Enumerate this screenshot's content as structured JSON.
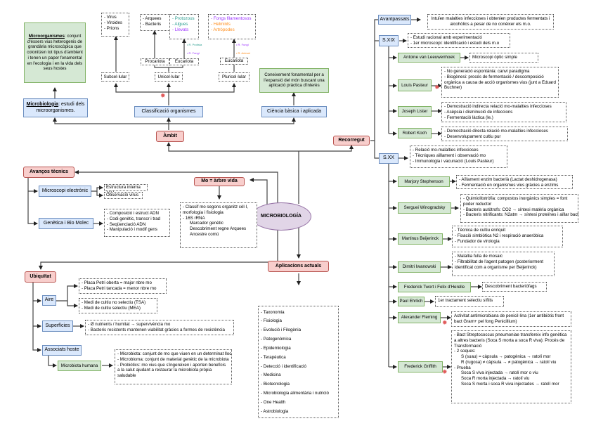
{
  "center": "MICROBIOLOGÍA",
  "colors": {
    "red_fill": "#f8cecc",
    "red_border": "#b85450",
    "blue_fill": "#dae8fc",
    "blue_border": "#6c8ebf",
    "green_fill": "#d5e8d4",
    "green_border": "#82b366",
    "ellipse_fill": "#e1d5e7",
    "teal": "#2a9d8f",
    "purple": "#9b30ff",
    "orange": "#ff8c1a"
  },
  "ambit": {
    "label": "Àmbit",
    "microbiologia_term": "Microbiologia",
    "microbiologia_rest": ": estudi dels microorganismes.",
    "microorg_term": "Microorganismes",
    "microorg_rest": ": conjunt d'éssers vius heterogenis de grandària microscòpica que colonitzen tot tipus d'ambient i tenen un paper fonamental en l'ecologia i en la vida dels seus hostes",
    "classificacio": "Classificació organismes",
    "subcelular": "Subcel·lular",
    "subcel_items": [
      "- Virus",
      "- Viroides",
      "- Prions"
    ],
    "unicelular": "Unicel·lular",
    "procariota": "Procariota",
    "eucariota": "Eucariota",
    "proc_items": [
      "- Arquees",
      "- Bacteris"
    ],
    "euc_items": [
      {
        "text": "- Protozous",
        "color": "#2a9d8f"
      },
      {
        "text": "- Algues",
        "color": "#2a9d8f"
      },
      {
        "text": "- Llevats",
        "color": "#9b30ff"
      }
    ],
    "reg_protista": "R. Protista",
    "reg_fungi": "R. Fungi",
    "pluricelular": "Pluricel·lular",
    "eucariota2": "Eucariota",
    "pluri_items": [
      {
        "text": "- Fongs filamentosos",
        "color": "#9b30ff"
      },
      {
        "text": "- Helmints",
        "color": "#ff8c1a"
      },
      {
        "text": "- Artròpodes",
        "color": "#ff8c1a"
      }
    ],
    "reg_fungi2": "R. Fungi",
    "reg_animal": "R. Animal",
    "ciencia": "Ciència bàsica i aplicada",
    "ciencia_desc": "Coneixement fonamental per a l'expansió del món buscant una aplicació pràctica d'interès"
  },
  "avencos": {
    "label": "Avanços tècnics",
    "microscopi": "Microscopi electrònic",
    "micro_items": [
      "Estructura interna cèl·l",
      "Observació virus"
    ],
    "genetica": "Genètica i Bio Molec",
    "gen_items": [
      "- Composició i estruct ADN",
      "- Codi genètic, transcr i trad",
      "- Seqüenciació ADN",
      "- Manipulació i modif gens"
    ]
  },
  "mo": {
    "label": "Mo = àrbre vida",
    "items": [
      "- Classif mo segons organitz cèl·l,",
      "morfologia i fisiologia",
      "- 16S rRNA"
    ],
    "sub": [
      "Marcador genètic",
      "Descobriment regne Arquees",
      "Ancestre comú"
    ]
  },
  "ubiquitat": {
    "label": "Ubiquïtat",
    "aire": "Aire",
    "aire_a": [
      "- Placa Petri oberta = major nbre mo",
      "- Placa Petri tancada = menor nbre mo"
    ],
    "aire_b": [
      "- Medi de cultiu no selectiu (TSA)",
      "- Medi de cultiu selectiu (MEA)"
    ],
    "superficies": "Superfícies",
    "sup_items": [
      "- Ø nutrients / humitat → supervivència mo",
      "- Bacteris resistents mantenen viabilitat gràcies a formes de resistència"
    ],
    "associats": "Associats hoste",
    "microbiota": "Microbiota humana",
    "micro_items": [
      "- Microbiota: conjunt de mo que viuen en un determinat lloc",
      "- Microbioma: conjunt de material genètic de la microbiota",
      "- Probiòtics: mo vius que s'ingereixen i aporten beneficis a la salut ajudant a restaurar la microbiota pròpia saludable"
    ]
  },
  "aplicacions": {
    "label": "Aplicacions actuals",
    "items": [
      "- Taxonomia",
      "- Fisiologia",
      "- Evolució i Filogènia",
      "- Patogenòmica",
      "- Epidemiologia",
      "- Terapèutica",
      "- Detecció i identificació",
      "- Medicina",
      "- Biotecnologia",
      "- Microbiologia alimentària i nutrició",
      "- One Health",
      "- Astrobiologia"
    ]
  },
  "recorregut": {
    "label": "Recorregut",
    "avantpassats": "Avantpassats",
    "avant_desc": "Intuïen malalties infeccioses i obtenien productes fermentats i alcohòlics a pesar de no conèixer els m.o.",
    "sxix": "S.XIX",
    "sxix_items": [
      "- Estudi racional amb experimentació",
      "- 1er microscopi: identificació i estudi dels m.o"
    ],
    "sxix_people": [
      {
        "name": "Antoine van Leeuwenhoek",
        "items": [
          "Microscopi òptic simple"
        ]
      },
      {
        "name": "Louis Pasteur",
        "items": [
          "- No generació espontània: canvi paradigma",
          "- Biogènesi: procés de fermentació / descomposició orgànica a causa de acció organismes vius (junt a Eduard Buchner)"
        ]
      },
      {
        "name": "Joseph Lister",
        "items": [
          "- Demostració indirecta relació mo-malalties infeccioses",
          "- Asèpsia i disminució de infeccions",
          "- Fermentació làctica (le.)"
        ]
      },
      {
        "name": "Robert Koch",
        "items": [
          "- Demostració directa relació mo-malalties infeccioses",
          "- Desenvolupament cultiu pur"
        ]
      }
    ],
    "sxx": "S.XX",
    "sxx_items": [
      "- Relació mo-malalties infeccioses",
      "- Tècniques aïllament i observació mo",
      "- Immunologia i vacunació (Louis Pasteur)"
    ],
    "sxx_people": [
      {
        "name": "Marjory Stephenson",
        "items": [
          "- Aïllament enzim bacterià (Lactat deshidrogenasa)",
          "- Fermentació en organismes vius gràcies a enzims"
        ]
      },
      {
        "name": "Serguei Winogradsky",
        "items": [
          "- Quimiolitotròfia: compostos inorgànics simples = font poder reductor",
          "- Bacteris autòtrofs: CO2 → síntesi matèria orgànica",
          "- Bacteris nitrificants: N2atm → síntesi proteïnes i aïllar bact"
        ]
      },
      {
        "name": "Martinus Beijerinck",
        "items": [
          "- Tècnica de cultiu enriquit",
          "- Fixació simbiòtica N2 i respiració anaeròbica",
          "- Fundador de virologia"
        ]
      },
      {
        "name": "Dimitri Iwanowski",
        "items": [
          "- Malaltia fulla de mosaic",
          "- Filtrabilitat de l'agent patogen (posteriorment identificat com a organisme per Beijerinck)"
        ]
      },
      {
        "name": "Frederick Twort i Felix d'Herelle",
        "items": [
          "Descobriment bacteriòfags"
        ]
      },
      {
        "name": "Paul Ehrlich",
        "items": [
          "1er tractament selectiu sífilis"
        ]
      },
      {
        "name": "Alexander Fleming",
        "items": [
          "Activitat antimicrobiana de penicil·lina (1er antibiòtic front bact Gram+ pel fong Penicillium)"
        ]
      },
      {
        "name": "Frederick Griffith",
        "items": [
          "- Bact Streptococcus pneumoniae transfereix info genètica a altres bacteris (Soca S morta a soca R viva): Procés de Transformació",
          "- 2 soques:",
          "- Prueba"
        ],
        "soques": [
          "S (suau) = càpsula → patogènica → ratolí mor",
          "R (rugosa) ≠ càpsula → ≠ patogènica → ratolí viu"
        ],
        "prueba": [
          "Soca S viva injectada → ratolí mor o viu",
          "Soca R morta injectada → ratolí viu",
          "Soca S morta i soca R viva injectades → ratolí mor"
        ]
      }
    ]
  }
}
